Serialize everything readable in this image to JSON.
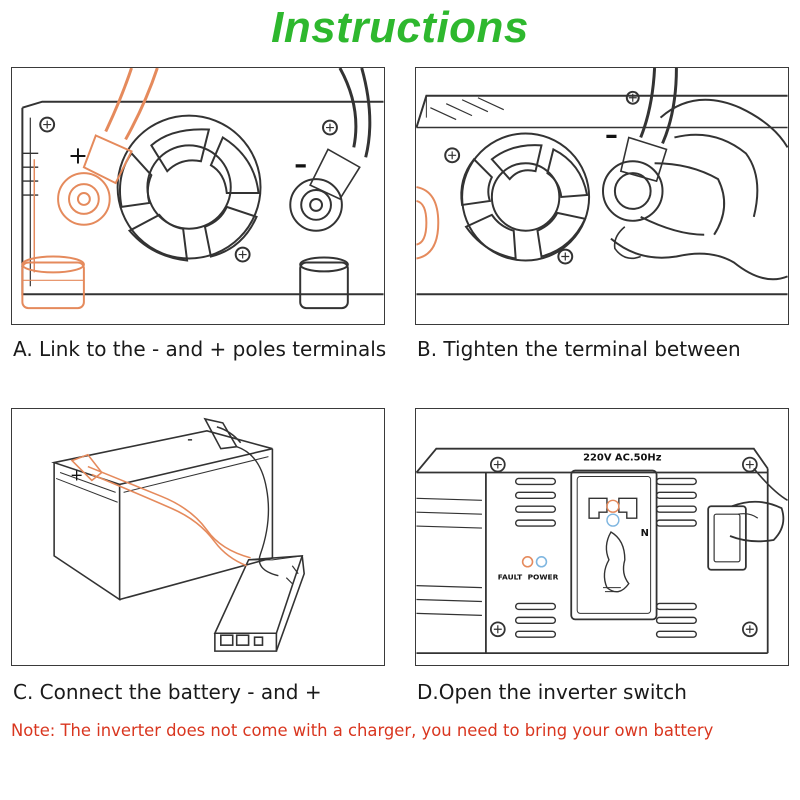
{
  "title": "Instructions",
  "colors": {
    "title": "#2eb82e",
    "note": "#d9361f",
    "line": "#333333",
    "accent_wire": "#e58a5c"
  },
  "panels": {
    "a": {
      "caption": "A. Link to the - and + poles terminals",
      "plus_sign": "+",
      "minus_sign": "–"
    },
    "b": {
      "caption": "B. Tighten the terminal between",
      "minus_sign": "–"
    },
    "c": {
      "caption": "C. Connect the battery - and +",
      "plus_sign": "+",
      "minus_sign": "-"
    },
    "d": {
      "caption": "D.Open the inverter switch",
      "rating_label": "220V AC.50Hz",
      "fault_label": "FAULT",
      "power_label": "POWER",
      "neutral_label": "N"
    }
  },
  "note": "Note: The inverter does not come with a charger, you need to bring your own battery"
}
